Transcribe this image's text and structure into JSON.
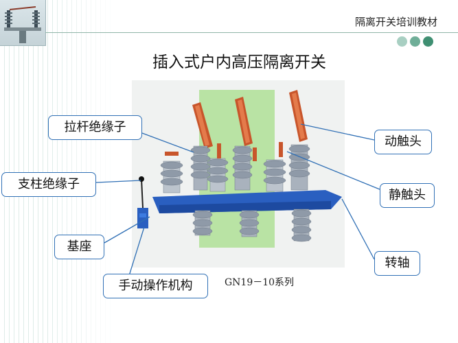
{
  "header": {
    "title": "隔离开关培训教材"
  },
  "accent_colors": {
    "dot1": "#a8cfc2",
    "dot2": "#6fae98",
    "dot3": "#3f8f72",
    "label_border": "#2f6fb5"
  },
  "main_title": "插入式户内高压隔离开关",
  "labels": {
    "pull_rod_insulator": "拉杆绝缘子",
    "moving_contact": "动触头",
    "post_insulator": "支柱绝缘子",
    "static_contact": "静触头",
    "base": "基座",
    "shaft": "转轴",
    "manual_mechanism": "手动操作机构"
  },
  "caption": "GN19－10系列"
}
